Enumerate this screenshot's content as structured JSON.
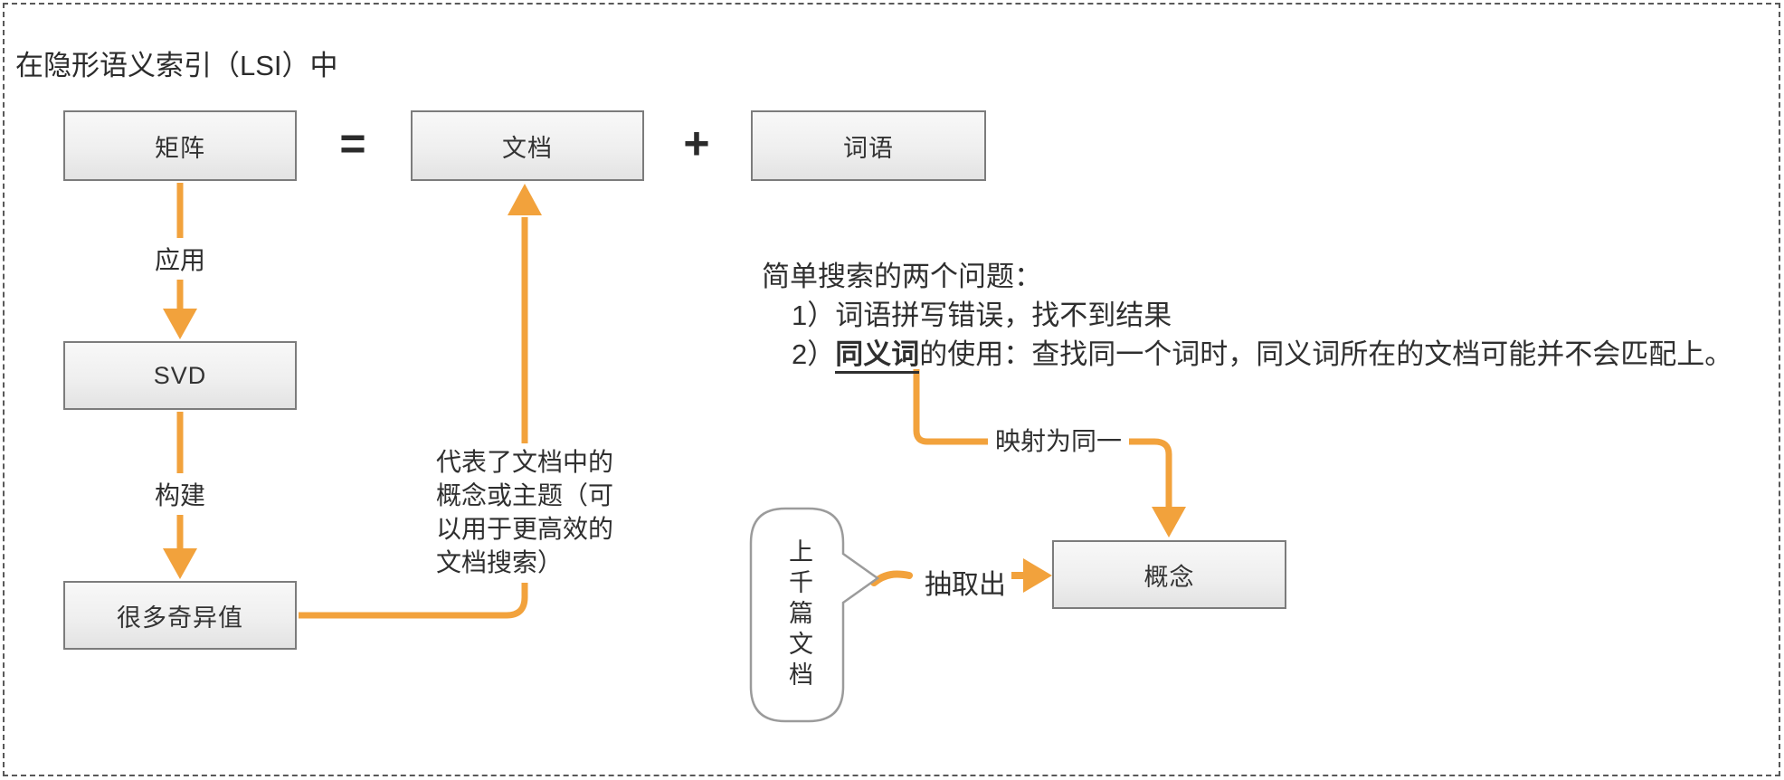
{
  "title": "在隐形语义索引（LSI）中",
  "colors": {
    "accent": "#F2A23C",
    "box_border": "#7C7C7C",
    "text": "#2F2F2F",
    "bubble_border": "#9B9B9B",
    "frame_border": "#595959"
  },
  "equation": {
    "matrix_label": "矩阵",
    "equals_sign": "=",
    "documents_label": "文档",
    "plus_sign": "+",
    "terms_label": "词语"
  },
  "pipeline": {
    "apply_label": "应用",
    "svd_label": "SVD",
    "build_label": "构建",
    "singular_values_label": "很多奇异值"
  },
  "annotation": {
    "lines": [
      "代表了文档中的",
      "概念或主题（可",
      "以用于更高效的",
      "文档搜索）"
    ]
  },
  "problems": {
    "heading": "简单搜索的两个问题：",
    "item1": "1）词语拼写错误，找不到结果",
    "item2_prefix": "2）",
    "item2_keyword": "同义词",
    "item2_rest": "的使用：查找同一个词时，同义词所在的文档可能并不会匹配上。"
  },
  "mapping": {
    "map_label": "映射为同一",
    "extract_label": "抽取出",
    "concept_label": "概念",
    "bubble_text": "上千篇文档"
  }
}
